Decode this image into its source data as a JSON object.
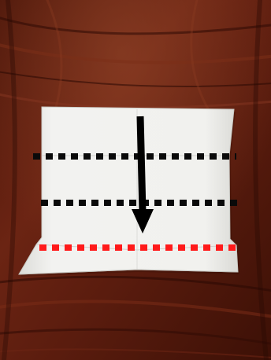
{
  "scene": {
    "subject": "origami-paper-folding-instruction",
    "colors": {
      "table_dark": "#3a0f08",
      "table_mid": "#5c1c10",
      "table_light": "#7a2a18",
      "paper": "#efefed",
      "paper_shadow": "#d8d8d4",
      "fold_line_primary": "#0a0a0a",
      "fold_line_target": "#ff1a1a",
      "arrow": "#000000"
    },
    "elements": [
      {
        "name": "fold-line",
        "style": "dashed",
        "color": "black",
        "order": 1
      },
      {
        "name": "fold-line",
        "style": "dashed",
        "color": "black",
        "order": 2
      },
      {
        "name": "fold-line",
        "style": "dashed",
        "color": "red",
        "order": 3
      },
      {
        "name": "arrow",
        "direction": "down"
      }
    ]
  }
}
